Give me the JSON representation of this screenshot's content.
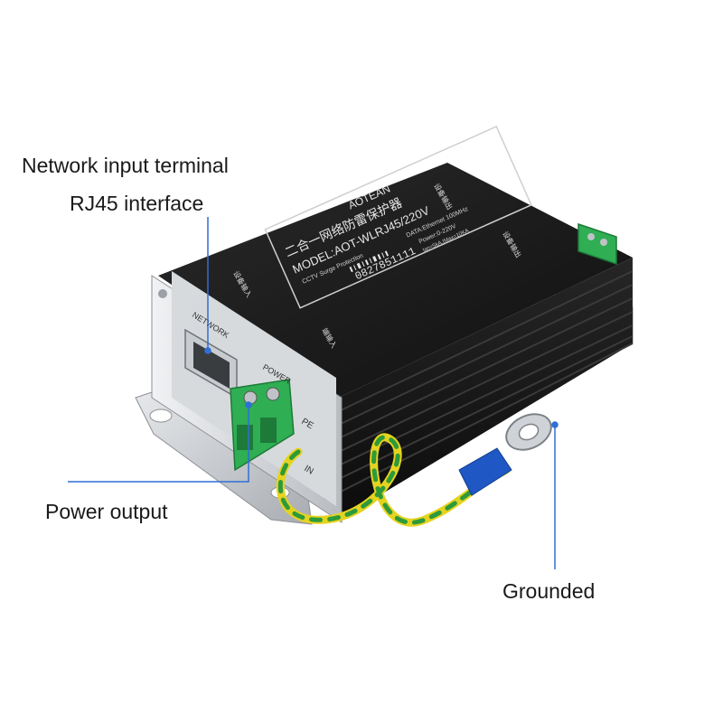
{
  "callouts": {
    "network_input": "Network input terminal",
    "rj45": "RJ45 interface",
    "power_output": "Power output",
    "grounded": "Grounded"
  },
  "device": {
    "brand": "AOTEAN",
    "chinese_title": "二合一网络防雷保护器",
    "model": "MODEL:AOT-WLRJ45/220V",
    "subtitle": "CCTV Surge Protection",
    "spec_data": "DATA:Ethernet 100MHz",
    "spec_power": "Power:0-220V",
    "spec_current": "Ian=5kA,IMax=10KA",
    "serial": "0827851111",
    "port_network": "NETWORK",
    "port_power": "POWER",
    "port_pe": "PE",
    "port_in": "IN",
    "side_input_left": "设备输入",
    "side_output_right": "设备输出",
    "side_input_bottom": "端输入",
    "side_output_top": "设备输出"
  },
  "colors": {
    "callout_line": "#2f6fd6",
    "housing": "#1c1c1c",
    "bracket": "#c9ccd0",
    "terminal_green": "#2fae53",
    "ground_wire_green": "#2e9a3a",
    "ground_wire_yellow": "#e6d31f",
    "ring_lug_blue": "#1f57c4"
  }
}
